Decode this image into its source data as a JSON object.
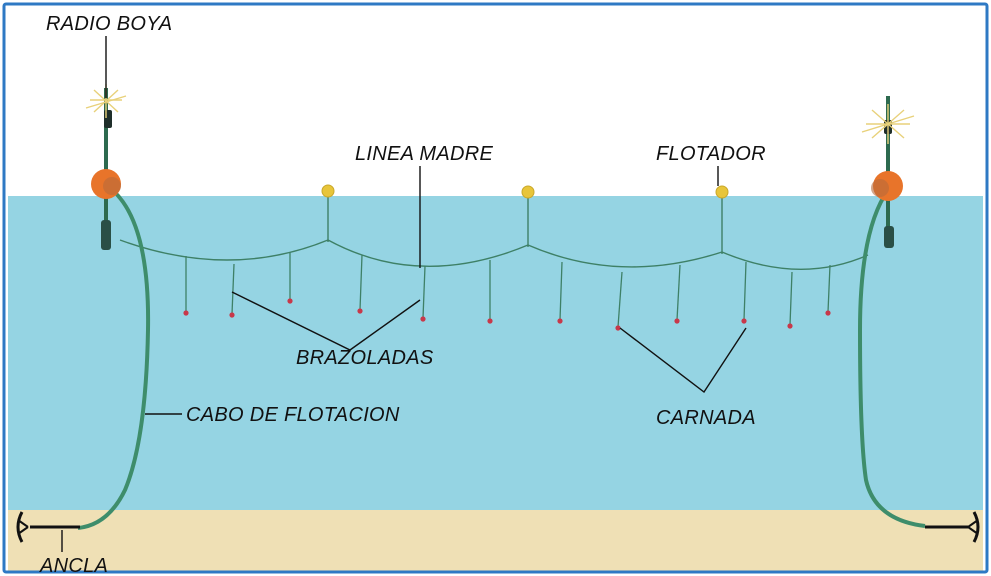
{
  "labels": {
    "radio_buoy": "RADIO BOYA",
    "main_line": "LINEA MADRE",
    "float": "FLOTADOR",
    "branch_lines": "BRAZOLADAS",
    "float_line": "CABO DE FLOTACION",
    "bait": "CARNADA",
    "anchor": "ANCLA"
  },
  "colors": {
    "frame_border": "#2e79c4",
    "sky": "#ffffff",
    "water": "#95d4e3",
    "seabed": "#efe0b5",
    "rope": "#3e8d6b",
    "line": "#3e8066",
    "float": "#e8c53a",
    "buoy": "#e8742a",
    "bait": "#c8384a",
    "ink": "#111111"
  },
  "icons": {
    "radio_buoy_left": "radio-buoy-icon",
    "radio_buoy_right": "radio-buoy-icon",
    "anchor_left": "anchor-icon",
    "anchor_right": "anchor-icon"
  }
}
